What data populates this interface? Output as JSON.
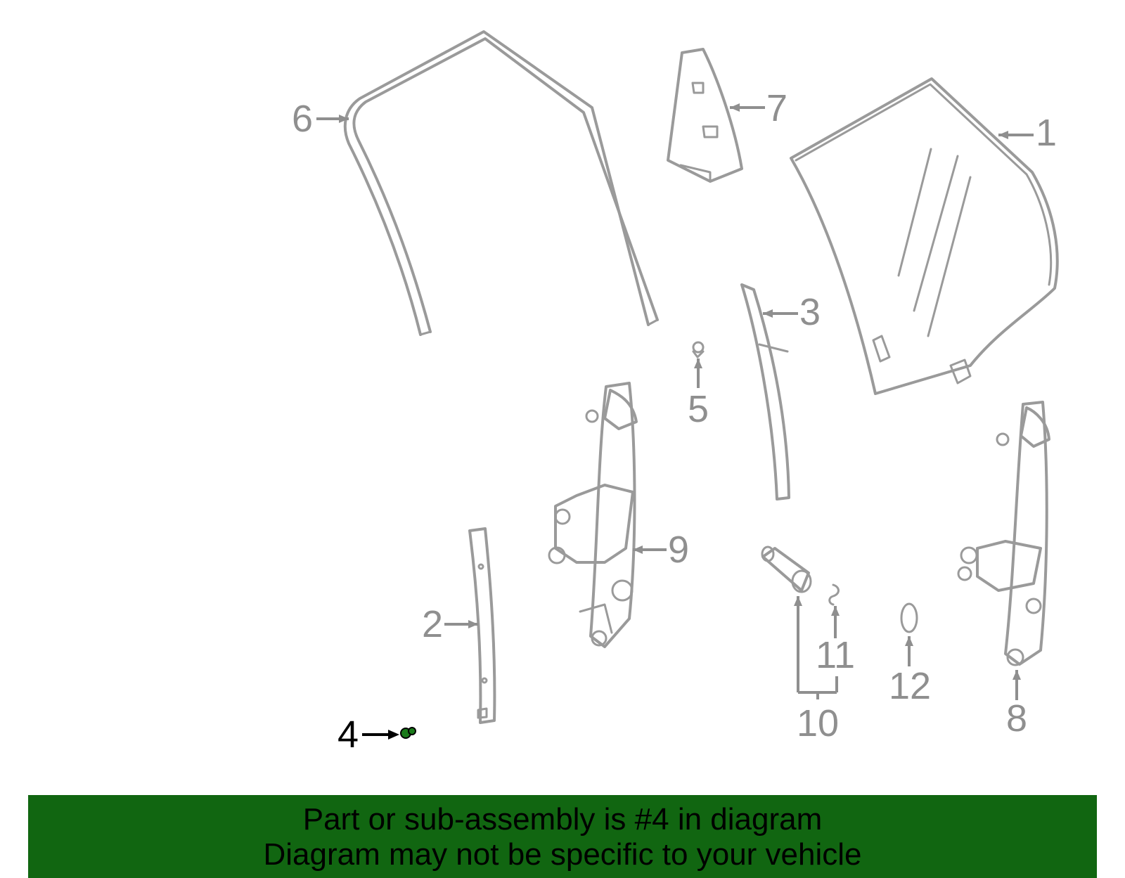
{
  "diagram": {
    "callouts": [
      {
        "id": "1",
        "label": "1",
        "highlighted": false
      },
      {
        "id": "2",
        "label": "2",
        "highlighted": false
      },
      {
        "id": "3",
        "label": "3",
        "highlighted": false
      },
      {
        "id": "4",
        "label": "4",
        "highlighted": true
      },
      {
        "id": "5",
        "label": "5",
        "highlighted": false
      },
      {
        "id": "6",
        "label": "6",
        "highlighted": false
      },
      {
        "id": "7",
        "label": "7",
        "highlighted": false
      },
      {
        "id": "8",
        "label": "8",
        "highlighted": false
      },
      {
        "id": "9",
        "label": "9",
        "highlighted": false
      },
      {
        "id": "10",
        "label": "10",
        "highlighted": false
      },
      {
        "id": "11",
        "label": "11",
        "highlighted": false
      },
      {
        "id": "12",
        "label": "12",
        "highlighted": false
      }
    ],
    "colors": {
      "part_line": "#9a9a9a",
      "label_gray": "#8f8f8f",
      "highlight_label": "#000000",
      "highlight_part": "#1a7a1a"
    }
  },
  "banner": {
    "line1": "Part or sub-assembly is #4 in diagram",
    "line2": "Diagram may not be specific to your vehicle",
    "background": "#116611"
  }
}
